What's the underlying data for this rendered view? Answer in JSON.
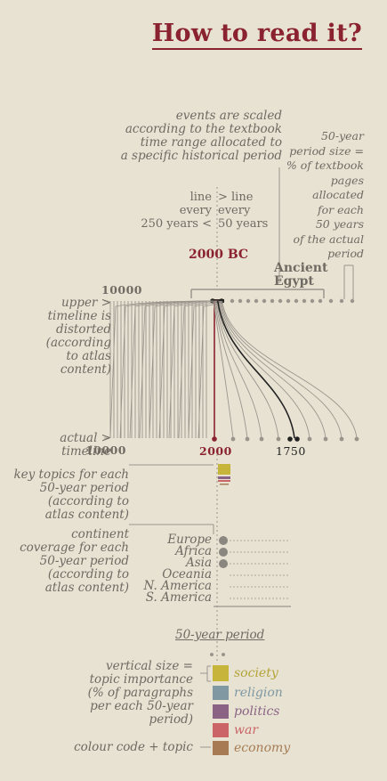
{
  "title": "How to read it?",
  "notes": {
    "events_scaled": "events are scaled\naccording to the textbook\ntime range allocated to\na specific historical period",
    "period_size": "50-year\nperiod size =\n% of textbook\npages\nallocated\nfor each\n50 years\nof the actual\nperiod",
    "line_every_250": "line\nevery\n250 years <",
    "line_every_50": "> line\nevery\n50 years",
    "upper_timeline": "upper >\ntimeline is\ndistorted\n(according\nto atlas\ncontent)",
    "actual_timeline": "actual >\ntimeline",
    "key_topics": "key topics for each\n50-year period\n(according to\natlas content)",
    "continent_coverage": "continent\ncoverage for each\n50-year period\n(according to\natlas content)",
    "vertical_size": "vertical size =\ntopic importance\n(% of paragraphs\nper each 50-year\nperiod)",
    "colour_code": "colour code + topic"
  },
  "labels": {
    "year_2000bc": "2000 BC",
    "ancient_egypt": "Ancient\nEgypt",
    "upper_10000": "10000",
    "lower_10000": "10000",
    "lower_2000": "2000",
    "lower_1750": "1750",
    "period_caption": "50-year period"
  },
  "continents": [
    {
      "name": "Europe",
      "covered": true
    },
    {
      "name": "Africa",
      "covered": true
    },
    {
      "name": "Asia",
      "covered": true
    },
    {
      "name": "Oceania",
      "covered": false
    },
    {
      "name": "N. America",
      "covered": false
    },
    {
      "name": "S. America",
      "covered": false
    }
  ],
  "topics": [
    {
      "name": "society",
      "color": "#c6b53a"
    },
    {
      "name": "religion",
      "color": "#7f98a2"
    },
    {
      "name": "politics",
      "color": "#8b6485"
    },
    {
      "name": "war",
      "color": "#cb6466"
    },
    {
      "name": "economy",
      "color": "#a77c55"
    }
  ],
  "colors": {
    "accent": "#8b2230",
    "text": "#6f6a62",
    "background": "#e7e2d2",
    "line": "#9a958c"
  }
}
